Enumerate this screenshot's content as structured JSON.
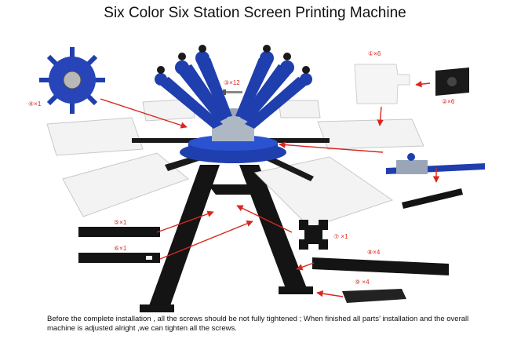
{
  "title": "Six Color Six Station Screen Printing Machine",
  "callouts": {
    "c1": "①×6",
    "c2": "②×6",
    "c3": "③×12",
    "c4": "④×1",
    "c5": "⑤×1",
    "c6": "⑥×1",
    "c7": "⑦ ×1",
    "c8": "⑧×4",
    "c9": "⑨ ×4"
  },
  "note": "Before the complete installation , all the screws should be not fully tightened ; When finished all parts’ installation and the overall machine is adjusted alright ,we can tighten all the screws.",
  "colors": {
    "accent_red": "#d8261e",
    "machine_blue": "#1f3fae",
    "frame_black": "#111111",
    "platen_white": "#f3f3f3"
  }
}
